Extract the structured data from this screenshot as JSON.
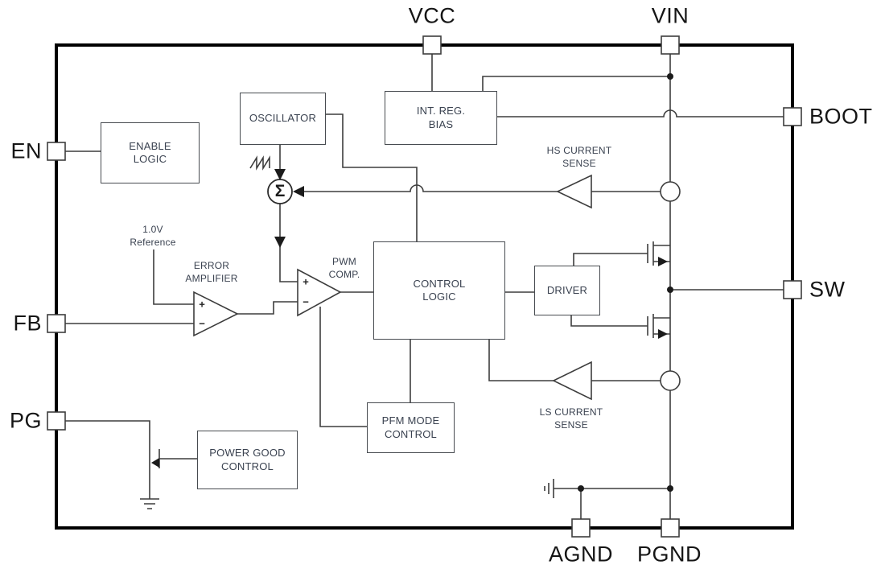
{
  "pins": {
    "vcc": "VCC",
    "vin": "VIN",
    "en": "EN",
    "fb": "FB",
    "pg": "PG",
    "boot": "BOOT",
    "sw": "SW",
    "agnd": "AGND",
    "pgnd": "PGND"
  },
  "blocks": {
    "enable_logic": "ENABLE\nLOGIC",
    "oscillator": "OSCILLATOR",
    "int_reg_bias": "INT. REG.\nBIAS",
    "control_logic": "CONTROL\nLOGIC",
    "driver": "DRIVER",
    "pfm_mode_control": "PFM MODE\nCONTROL",
    "power_good_control": "POWER GOOD\nCONTROL"
  },
  "annotations": {
    "reference": "1.0V\nReference",
    "error_amplifier": "ERROR\nAMPLIFIER",
    "pwm_comp": "PWM\nCOMP.",
    "hs_current_sense": "HS CURRENT\nSENSE",
    "ls_current_sense": "LS CURRENT\nSENSE"
  },
  "symbols": {
    "sigma": "Σ",
    "plus": "+",
    "minus": "−"
  },
  "colors": {
    "chip_border": "#000000",
    "wire": "#3d3d3d",
    "block_border": "#474b50",
    "block_text": "#3a4250",
    "pin_label_text": "#151515"
  }
}
